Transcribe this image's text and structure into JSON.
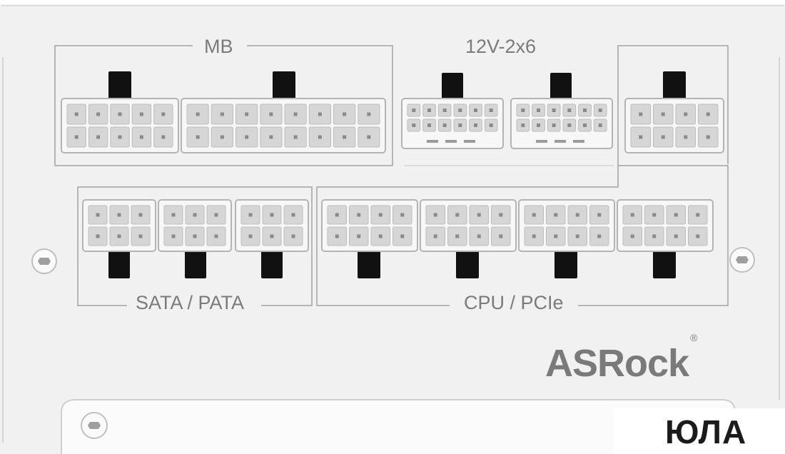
{
  "labels": {
    "mb": "MB",
    "hpwr": "12V-2x6",
    "sata_pata": "SATA / PATA",
    "cpu_pcie": "CPU / PCIe"
  },
  "brand": {
    "name": "ASRock",
    "registered": "®"
  },
  "watermark": {
    "text": "ЮЛА"
  },
  "colors": {
    "panel": "#f1f1f1",
    "connector": "#f7f7f7",
    "pin_socket": "#d6d6d6",
    "latch": "#111111",
    "outline": "#9a9a9a",
    "text": "#7b7b7b"
  }
}
